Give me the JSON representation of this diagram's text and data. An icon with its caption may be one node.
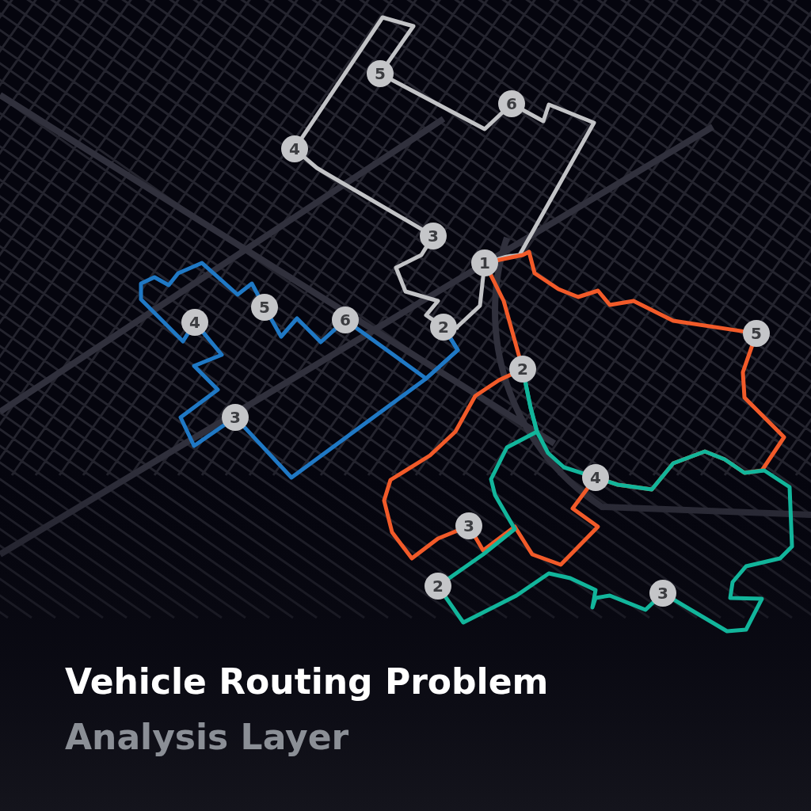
{
  "diagram": {
    "title": "Vehicle Routing Problem",
    "caption": "Analysis Layer",
    "nodes": [
      {
        "text": [
          "1"
        ]
      },
      {
        "text": [
          "2"
        ]
      },
      {
        "text": [
          "3"
        ]
      },
      {
        "text": [
          "4"
        ]
      },
      {
        "text": [
          "5"
        ]
      },
      {
        "text": [
          "6"
        ]
      },
      {
        "text": [
          "6"
        ]
      },
      {
        "text": [
          "5"
        ]
      },
      {
        "text": [
          "4"
        ]
      },
      {
        "text": [
          "3"
        ]
      },
      {
        "text": [
          "2"
        ]
      },
      {
        "text": [
          "4"
        ]
      },
      {
        "text": [
          "3"
        ]
      },
      {
        "text": [
          "5"
        ]
      },
      {
        "text": [
          "3"
        ]
      },
      {
        "text": [
          "2"
        ]
      }
    ],
    "edges": [
      {
        "from": 0,
        "to": 1,
        "arrow": "none",
        "color": "#c2c3c6"
      },
      {
        "from": 1,
        "to": 2,
        "arrow": "none",
        "color": "#c2c3c6"
      },
      {
        "from": 2,
        "to": 3,
        "arrow": "none",
        "color": "#c2c3c6"
      },
      {
        "from": 3,
        "to": 4,
        "arrow": "none",
        "color": "#c2c3c6"
      },
      {
        "from": 4,
        "to": 5,
        "arrow": "none",
        "color": "#c2c3c6"
      },
      {
        "from": 5,
        "to": 0,
        "arrow": "none",
        "color": "#c2c3c6"
      },
      {
        "from": 1,
        "to": 6,
        "arrow": "none",
        "color": "#1f78c4"
      },
      {
        "from": 6,
        "to": 7,
        "arrow": "none",
        "color": "#1f78c4"
      },
      {
        "from": 7,
        "to": 8,
        "arrow": "none",
        "color": "#1f78c4"
      },
      {
        "from": 8,
        "to": 9,
        "arrow": "none",
        "color": "#1f78c4"
      },
      {
        "from": 9,
        "to": 1,
        "arrow": "none",
        "color": "#1f78c4"
      },
      {
        "from": 0,
        "to": 10,
        "arrow": "none",
        "color": "#f15a29"
      },
      {
        "from": 10,
        "to": 12,
        "arrow": "none",
        "color": "#f15a29"
      },
      {
        "from": 12,
        "to": 11,
        "arrow": "none",
        "color": "#f15a29"
      },
      {
        "from": 11,
        "to": 13,
        "arrow": "none",
        "color": "#f15a29"
      },
      {
        "from": 13,
        "to": 0,
        "arrow": "none",
        "color": "#f15a29"
      },
      {
        "from": 10,
        "to": 11,
        "arrow": "none",
        "color": "#12b59b"
      },
      {
        "from": 11,
        "to": 14,
        "arrow": "none",
        "color": "#12b59b"
      },
      {
        "from": 14,
        "to": 15,
        "arrow": "none",
        "color": "#12b59b"
      },
      {
        "from": 15,
        "to": 10,
        "arrow": "none",
        "color": "#12b59b"
      }
    ]
  }
}
